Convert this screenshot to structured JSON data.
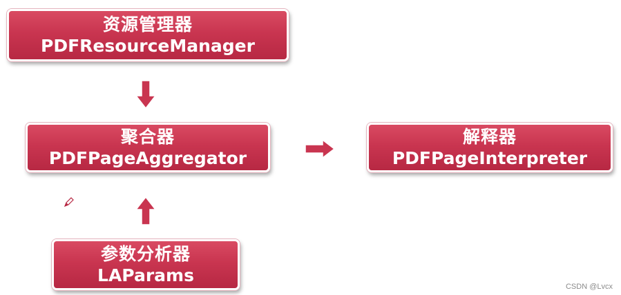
{
  "boxes": {
    "resource_manager": {
      "zh": "资源管理器",
      "en": "PDFResourceManager"
    },
    "aggregator": {
      "zh": "聚合器",
      "en": "PDFPageAggregator"
    },
    "interpreter": {
      "zh": "解释器",
      "en": "PDFPageInterpreter"
    },
    "laparams": {
      "zh": "参数分析器",
      "en": "LAParams"
    }
  },
  "arrows": {
    "manager_to_aggregator": "down",
    "aggregator_to_interpreter": "right",
    "laparams_to_aggregator": "up"
  },
  "watermark": "CSDN @Lvcx",
  "colors": {
    "box_fill": "#c93550",
    "box_border": "#ffffff",
    "arrow_fill": "#c93550",
    "text": "#ffffff"
  },
  "icons": {
    "cursor": "pen-cursor-icon"
  }
}
